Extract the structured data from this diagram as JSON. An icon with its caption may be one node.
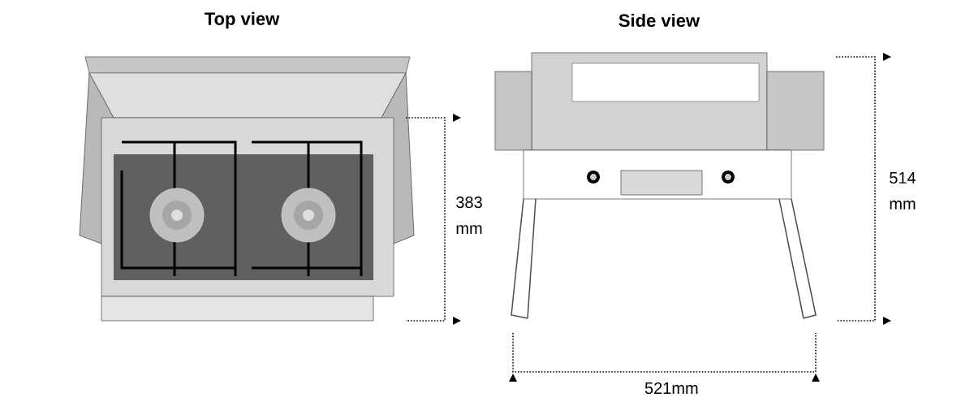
{
  "diagram": {
    "labels": [
      "Top view",
      "Side view",
      "383 mm",
      "514 mm",
      "521mm"
    ]
  }
}
